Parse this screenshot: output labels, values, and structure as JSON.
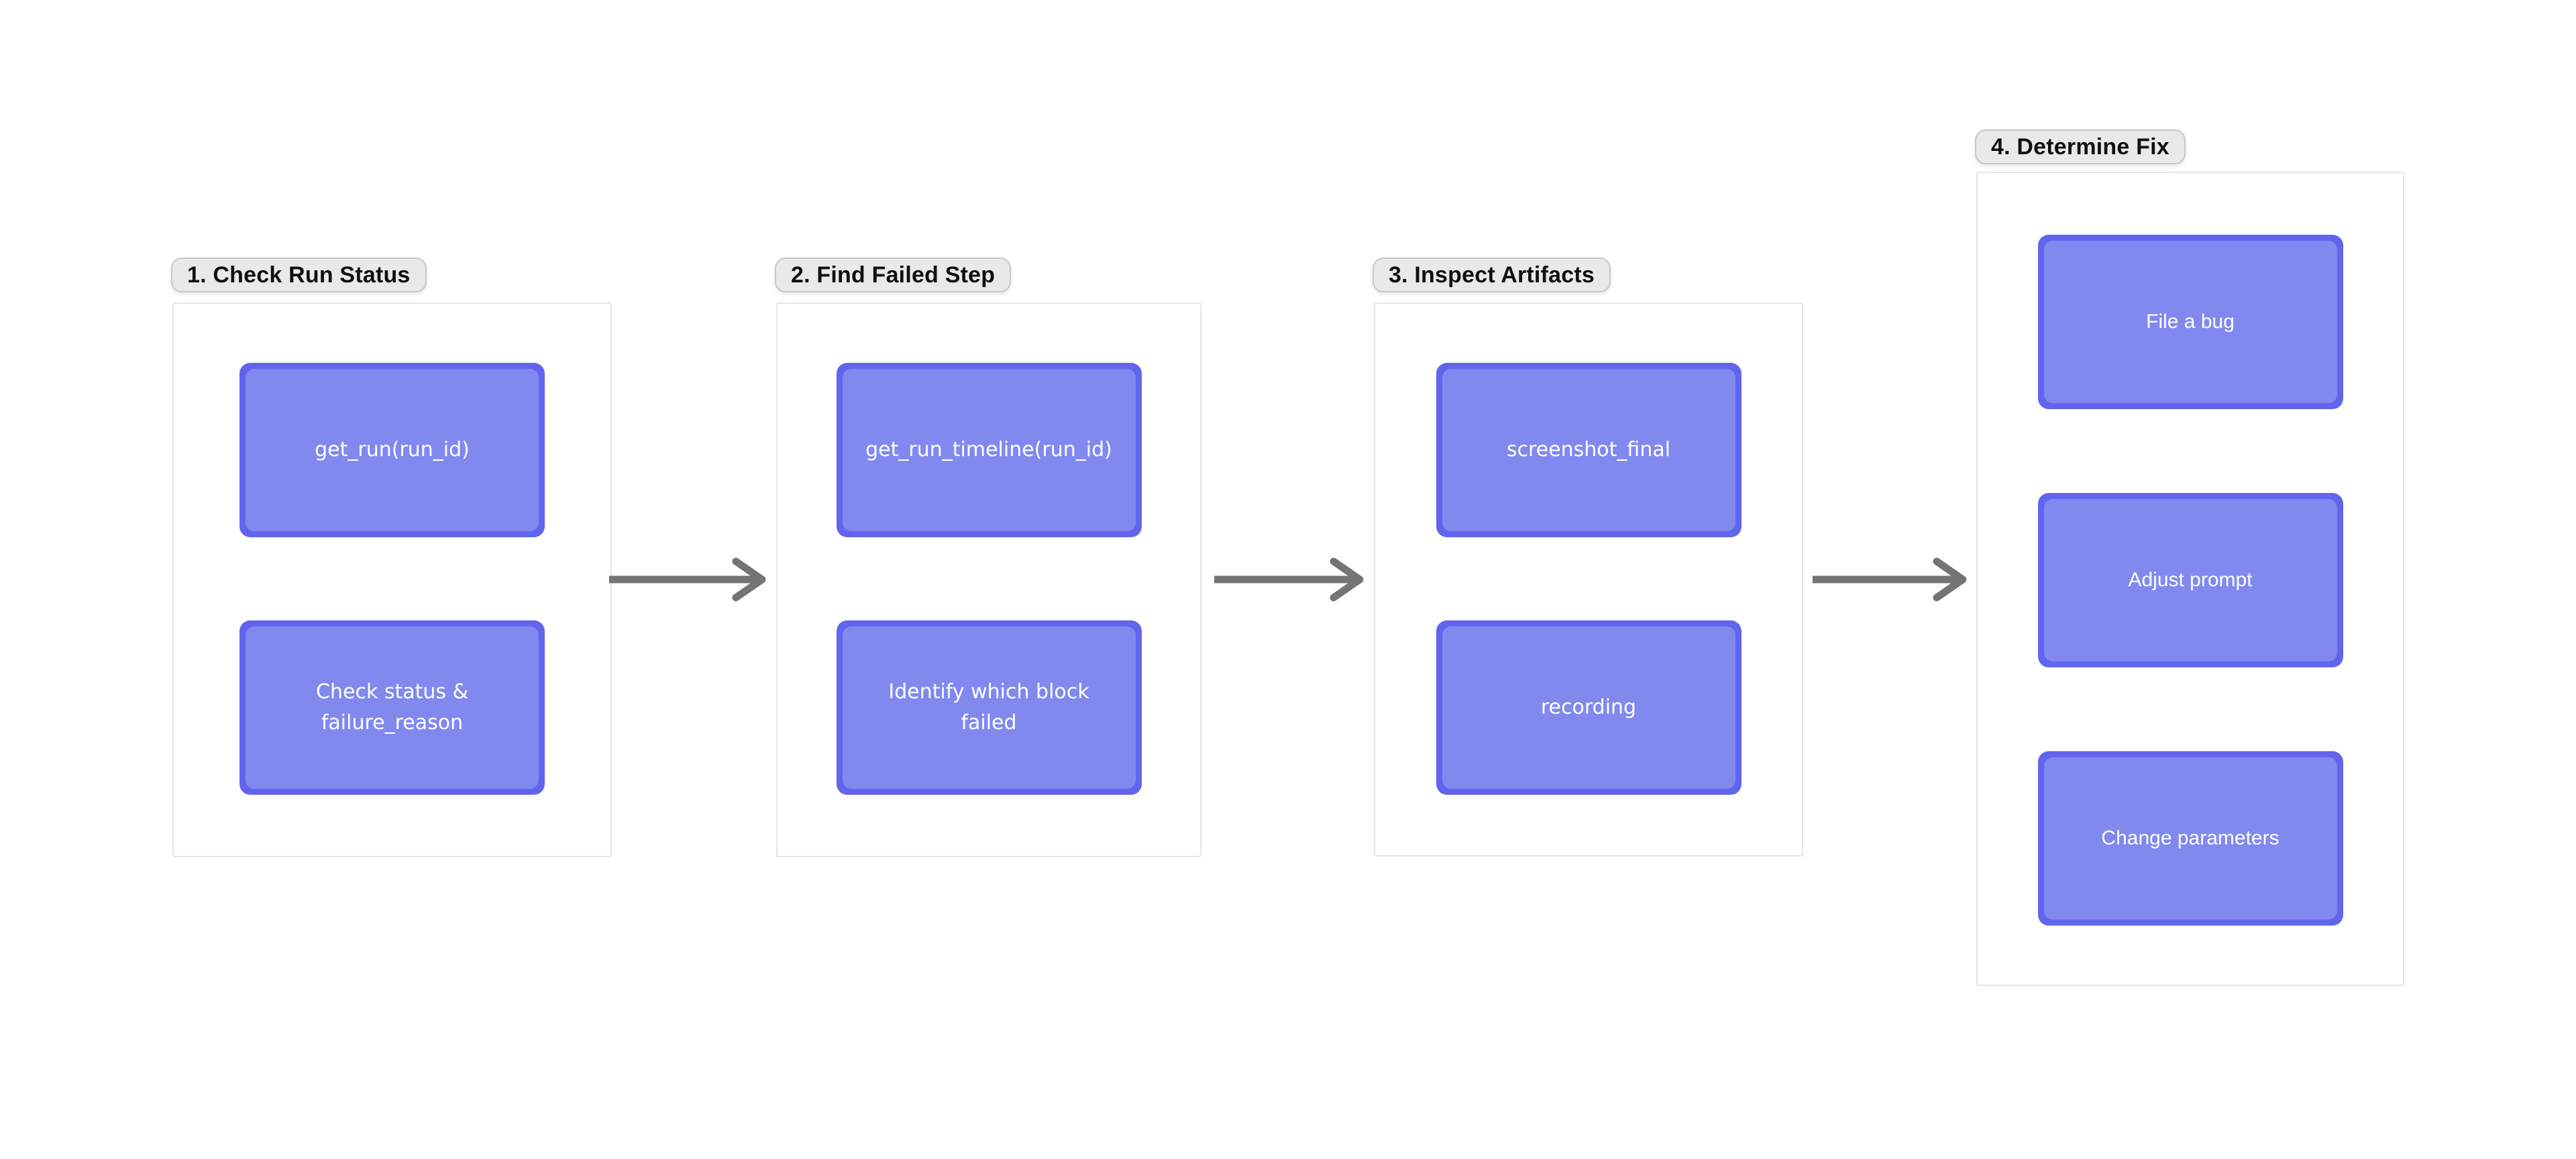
{
  "diagram": {
    "kind": "flowchart",
    "direction": "left-to-right"
  },
  "colors": {
    "page_background": "#ffffff",
    "container_background": "#ffffff",
    "container_border": "#e5e5e6",
    "pill_background": "#e9e9e9",
    "pill_border": "#c8c8c8",
    "pill_text": "#101010",
    "node_fill": "#8189ef",
    "node_border": "#6165ee",
    "node_text": "#ffffff",
    "arrow": "#747474"
  },
  "groups": [
    {
      "label": "1. Check Run Status",
      "boxes": [
        "get_run(run_id)",
        "Check status &\nfailure_reason"
      ]
    },
    {
      "label": "2. Find Failed Step",
      "boxes": [
        "get_run_timeline(run_id)",
        "Identify which block\nfailed"
      ]
    },
    {
      "label": "3. Inspect Artifacts",
      "boxes": [
        "screenshot_final",
        "recording"
      ]
    },
    {
      "label": "4. Determine Fix",
      "boxes": [
        "File a bug",
        "Adjust prompt",
        "Change parameters"
      ]
    }
  ],
  "arrows": [
    {
      "from": "1. Check Run Status",
      "to": "2. Find Failed Step"
    },
    {
      "from": "2. Find Failed Step",
      "to": "3. Inspect Artifacts"
    },
    {
      "from": "3. Inspect Artifacts",
      "to": "4. Determine Fix"
    }
  ]
}
